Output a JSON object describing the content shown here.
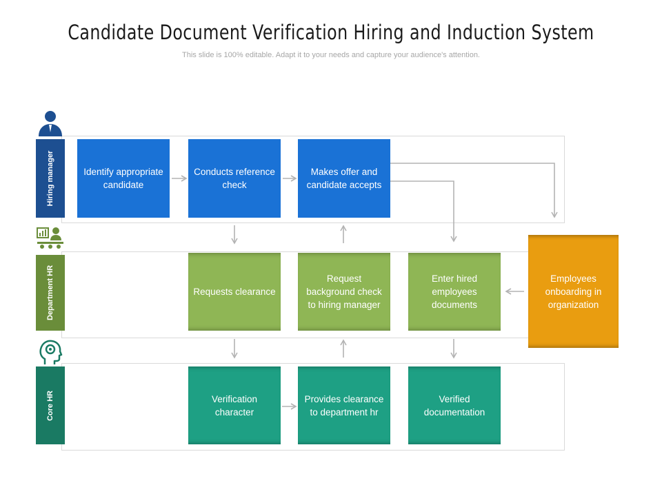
{
  "title": "Candidate Document Verification Hiring and Induction System",
  "subtitle": "This slide is 100% editable. Adapt it to your needs and capture your audience's attention.",
  "lanes": {
    "hiring_manager": "Hiring manager",
    "department_hr": "Department HR",
    "core_hr": "Core HR"
  },
  "steps": {
    "identify": "Identify appropriate candidate",
    "reference": "Conducts reference check",
    "offer": "Makes offer and candidate accepts",
    "clearance": "Requests clearance",
    "background": "Request background check to hiring manager",
    "enter_docs": "Enter hired employees documents",
    "onboarding": "Employees onboarding in organization",
    "verification": "Verification character",
    "provides": "Provides clearance to department hr",
    "verified": "Verified documentation"
  },
  "colors": {
    "hiring_manager": "#1a72d6",
    "hiring_manager_tab": "#1d4f91",
    "department_hr": "#8fb655",
    "department_hr_tab": "#6a8d3a",
    "core_hr": "#1ea084",
    "core_hr_tab": "#1a7a63",
    "onboarding": "#e99d10",
    "connector": "#b3b3b3"
  },
  "icons": [
    "person-icon",
    "team-meeting-icon",
    "head-gear-icon"
  ]
}
